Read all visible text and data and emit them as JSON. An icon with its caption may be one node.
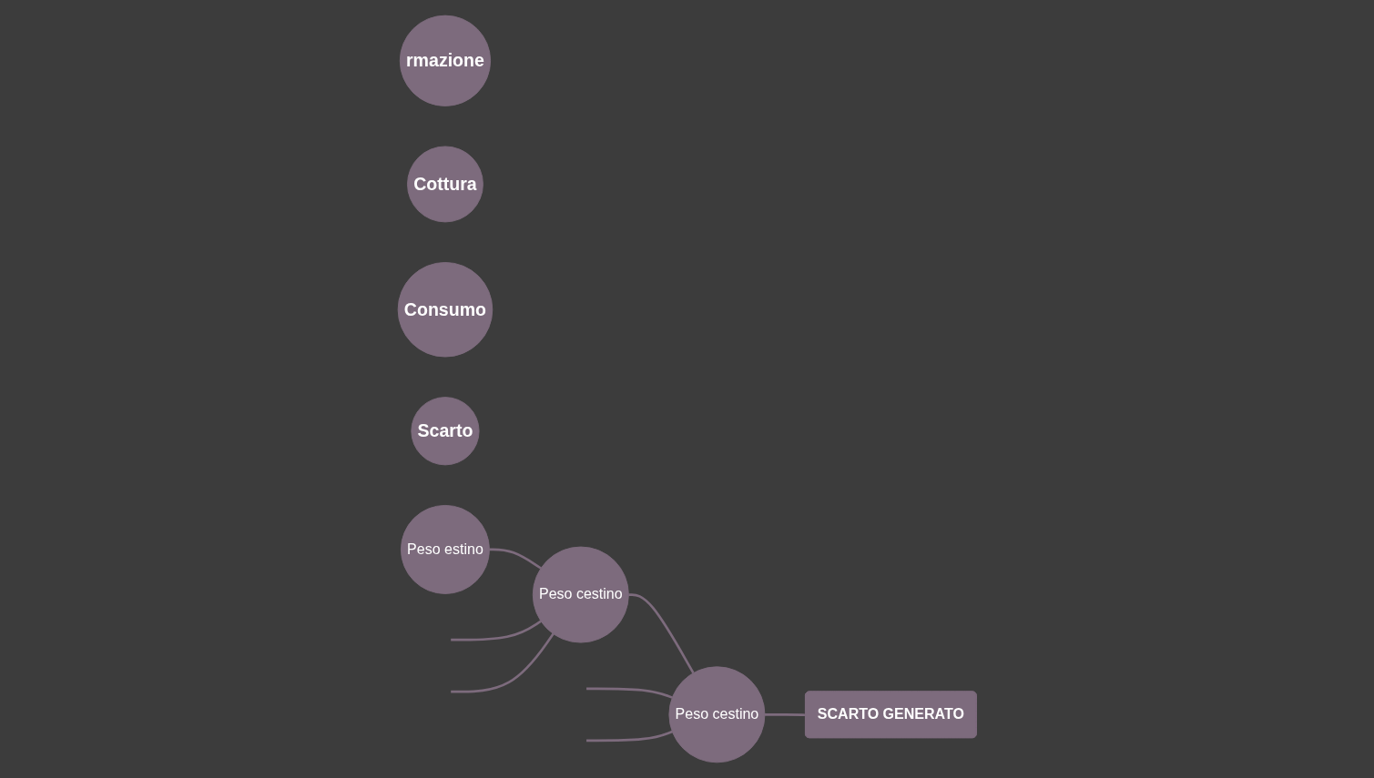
{
  "diagram": {
    "nodes": [
      {
        "text": [
          "rmazione"
        ]
      },
      {
        "text": [
          "Cottura"
        ]
      },
      {
        "text": [
          "Consumo"
        ]
      },
      {
        "text": [
          "Scarto"
        ]
      },
      {
        "text": [
          "Peso estino"
        ]
      },
      {
        "text": [
          "Peso cestino"
        ]
      },
      {
        "text": [
          "Peso cestino"
        ]
      },
      {
        "text": [
          "SCARTO GENERATO"
        ]
      }
    ],
    "edges": [
      {
        "from": 4,
        "to": 5,
        "arrow": "none"
      },
      {
        "from": 5,
        "to": 6,
        "arrow": "none"
      },
      {
        "from": 6,
        "to": 7,
        "arrow": "none"
      },
      {
        "from": null,
        "to": 5,
        "arrow": "none"
      },
      {
        "from": null,
        "to": 6,
        "arrow": "none"
      },
      {
        "from": null,
        "to": 5,
        "arrow": "none"
      },
      {
        "from": null,
        "to": 6,
        "arrow": "none"
      }
    ]
  }
}
